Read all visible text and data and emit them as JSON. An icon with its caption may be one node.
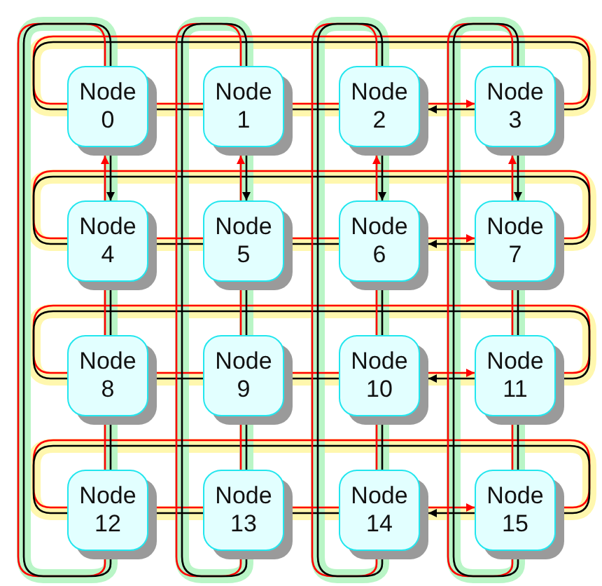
{
  "diagram": {
    "nodes": [
      {
        "text": [
          "Node 0"
        ]
      },
      {
        "text": [
          "Node 1"
        ]
      },
      {
        "text": [
          "Node 2"
        ]
      },
      {
        "text": [
          "Node 3"
        ]
      },
      {
        "text": [
          "Node 4"
        ]
      },
      {
        "text": [
          "Node 5"
        ]
      },
      {
        "text": [
          "Node 6"
        ]
      },
      {
        "text": [
          "Node 7"
        ]
      },
      {
        "text": [
          "Node 8"
        ]
      },
      {
        "text": [
          "Node 9"
        ]
      },
      {
        "text": [
          "Node 10"
        ]
      },
      {
        "text": [
          "Node 11"
        ]
      },
      {
        "text": [
          "Node 12"
        ]
      },
      {
        "text": [
          "Node 13"
        ]
      },
      {
        "text": [
          "Node 14"
        ]
      },
      {
        "text": [
          "Node 15"
        ]
      }
    ],
    "edges": [
      {
        "from": 0,
        "to": 1,
        "arrow": "none",
        "color": "#ff0000"
      },
      {
        "from": 1,
        "to": 0,
        "arrow": "none",
        "color": "#000000"
      },
      {
        "from": 1,
        "to": 2,
        "arrow": "none",
        "color": "#ff0000"
      },
      {
        "from": 2,
        "to": 1,
        "arrow": "none",
        "color": "#000000"
      },
      {
        "from": 2,
        "to": 3,
        "arrow": "to",
        "color": "#ff0000"
      },
      {
        "from": 3,
        "to": 2,
        "arrow": "to",
        "color": "#000000"
      },
      {
        "from": 3,
        "to": 0,
        "arrow": "none",
        "color": "#ff0000"
      },
      {
        "from": 0,
        "to": 3,
        "arrow": "none",
        "color": "#000000"
      },
      {
        "from": 4,
        "to": 5,
        "arrow": "none",
        "color": "#ff0000"
      },
      {
        "from": 5,
        "to": 4,
        "arrow": "none",
        "color": "#000000"
      },
      {
        "from": 5,
        "to": 6,
        "arrow": "none",
        "color": "#ff0000"
      },
      {
        "from": 6,
        "to": 5,
        "arrow": "none",
        "color": "#000000"
      },
      {
        "from": 6,
        "to": 7,
        "arrow": "to",
        "color": "#ff0000"
      },
      {
        "from": 7,
        "to": 6,
        "arrow": "to",
        "color": "#000000"
      },
      {
        "from": 7,
        "to": 4,
        "arrow": "none",
        "color": "#ff0000"
      },
      {
        "from": 4,
        "to": 7,
        "arrow": "none",
        "color": "#000000"
      },
      {
        "from": 8,
        "to": 9,
        "arrow": "none",
        "color": "#ff0000"
      },
      {
        "from": 9,
        "to": 8,
        "arrow": "none",
        "color": "#000000"
      },
      {
        "from": 9,
        "to": 10,
        "arrow": "none",
        "color": "#ff0000"
      },
      {
        "from": 10,
        "to": 9,
        "arrow": "none",
        "color": "#000000"
      },
      {
        "from": 10,
        "to": 11,
        "arrow": "to",
        "color": "#ff0000"
      },
      {
        "from": 11,
        "to": 10,
        "arrow": "to",
        "color": "#000000"
      },
      {
        "from": 11,
        "to": 8,
        "arrow": "none",
        "color": "#ff0000"
      },
      {
        "from": 8,
        "to": 11,
        "arrow": "none",
        "color": "#000000"
      },
      {
        "from": 12,
        "to": 13,
        "arrow": "none",
        "color": "#ff0000"
      },
      {
        "from": 13,
        "to": 12,
        "arrow": "none",
        "color": "#000000"
      },
      {
        "from": 13,
        "to": 14,
        "arrow": "none",
        "color": "#ff0000"
      },
      {
        "from": 14,
        "to": 13,
        "arrow": "none",
        "color": "#000000"
      },
      {
        "from": 14,
        "to": 15,
        "arrow": "to",
        "color": "#ff0000"
      },
      {
        "from": 15,
        "to": 14,
        "arrow": "to",
        "color": "#000000"
      },
      {
        "from": 15,
        "to": 12,
        "arrow": "none",
        "color": "#ff0000"
      },
      {
        "from": 12,
        "to": 15,
        "arrow": "none",
        "color": "#000000"
      },
      {
        "from": 4,
        "to": 0,
        "arrow": "to",
        "color": "#ff0000"
      },
      {
        "from": 0,
        "to": 4,
        "arrow": "to",
        "color": "#000000"
      },
      {
        "from": 8,
        "to": 4,
        "arrow": "none",
        "color": "#ff0000"
      },
      {
        "from": 4,
        "to": 8,
        "arrow": "none",
        "color": "#000000"
      },
      {
        "from": 12,
        "to": 8,
        "arrow": "none",
        "color": "#ff0000"
      },
      {
        "from": 8,
        "to": 12,
        "arrow": "none",
        "color": "#000000"
      },
      {
        "from": 0,
        "to": 12,
        "arrow": "none",
        "color": "#ff0000"
      },
      {
        "from": 12,
        "to": 0,
        "arrow": "none",
        "color": "#000000"
      },
      {
        "from": 5,
        "to": 1,
        "arrow": "to",
        "color": "#ff0000"
      },
      {
        "from": 1,
        "to": 5,
        "arrow": "to",
        "color": "#000000"
      },
      {
        "from": 9,
        "to": 5,
        "arrow": "none",
        "color": "#ff0000"
      },
      {
        "from": 5,
        "to": 9,
        "arrow": "none",
        "color": "#000000"
      },
      {
        "from": 13,
        "to": 9,
        "arrow": "none",
        "color": "#ff0000"
      },
      {
        "from": 9,
        "to": 13,
        "arrow": "none",
        "color": "#000000"
      },
      {
        "from": 1,
        "to": 13,
        "arrow": "none",
        "color": "#ff0000"
      },
      {
        "from": 13,
        "to": 1,
        "arrow": "none",
        "color": "#000000"
      },
      {
        "from": 6,
        "to": 2,
        "arrow": "to",
        "color": "#ff0000"
      },
      {
        "from": 2,
        "to": 6,
        "arrow": "to",
        "color": "#000000"
      },
      {
        "from": 10,
        "to": 6,
        "arrow": "none",
        "color": "#ff0000"
      },
      {
        "from": 6,
        "to": 10,
        "arrow": "none",
        "color": "#000000"
      },
      {
        "from": 14,
        "to": 10,
        "arrow": "none",
        "color": "#ff0000"
      },
      {
        "from": 10,
        "to": 14,
        "arrow": "none",
        "color": "#000000"
      },
      {
        "from": 2,
        "to": 14,
        "arrow": "none",
        "color": "#ff0000"
      },
      {
        "from": 14,
        "to": 2,
        "arrow": "none",
        "color": "#000000"
      },
      {
        "from": 7,
        "to": 3,
        "arrow": "to",
        "color": "#ff0000"
      },
      {
        "from": 3,
        "to": 7,
        "arrow": "to",
        "color": "#000000"
      },
      {
        "from": 11,
        "to": 7,
        "arrow": "none",
        "color": "#ff0000"
      },
      {
        "from": 7,
        "to": 11,
        "arrow": "none",
        "color": "#000000"
      },
      {
        "from": 15,
        "to": 11,
        "arrow": "none",
        "color": "#ff0000"
      },
      {
        "from": 11,
        "to": 15,
        "arrow": "none",
        "color": "#000000"
      },
      {
        "from": 3,
        "to": 15,
        "arrow": "none",
        "color": "#ff0000"
      },
      {
        "from": 15,
        "to": 3,
        "arrow": "none",
        "color": "#000000"
      }
    ]
  }
}
